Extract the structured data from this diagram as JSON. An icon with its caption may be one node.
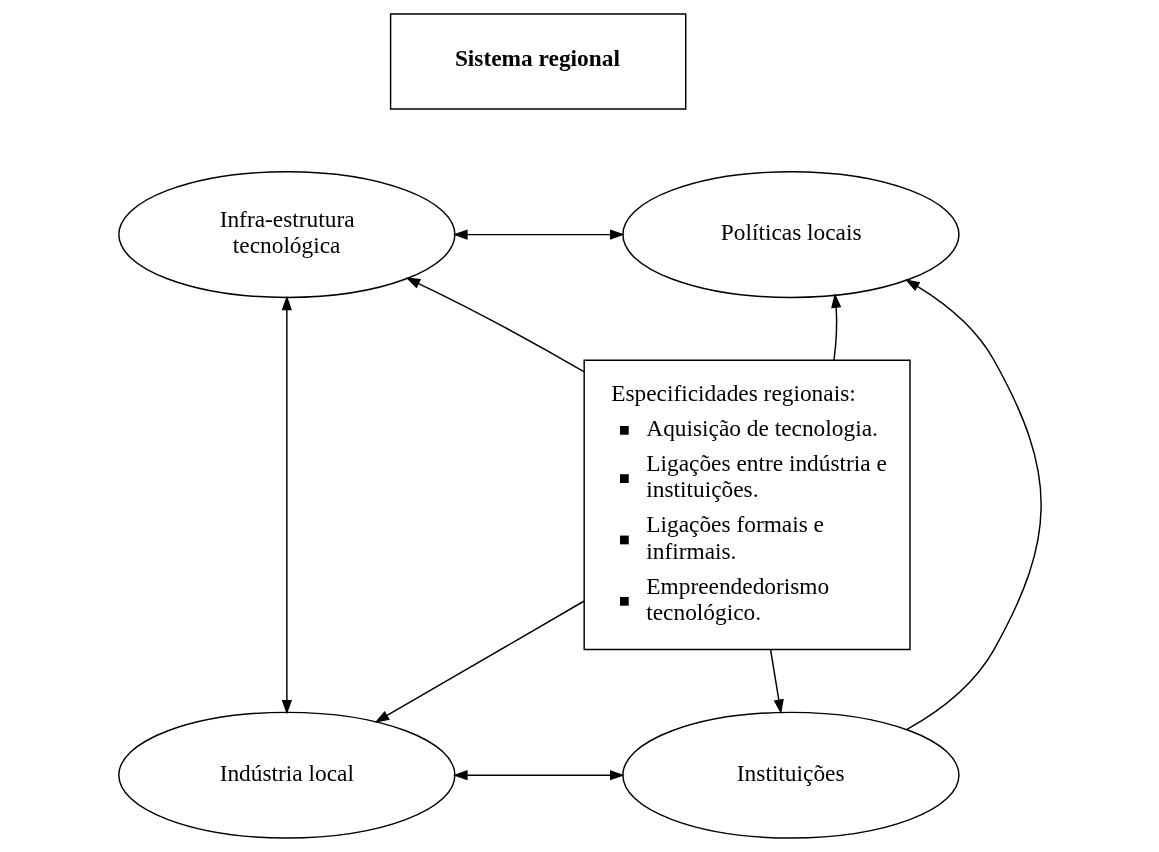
{
  "diagram": {
    "nodes": [
      {
        "text": [
          "Sistema regional"
        ]
      },
      {
        "text": [
          "Infra-estrutura tecnológica"
        ]
      },
      {
        "text": [
          "Políticas locais"
        ]
      },
      {
        "text": [
          "Especificidades regionais:",
          "Aquisição de tecnologia.",
          "Ligações entre indústria e instituições.",
          "Ligações formais e infirmais.",
          "Empreendedorismo tecnológico."
        ]
      },
      {
        "text": [
          "Indústria local"
        ]
      },
      {
        "text": [
          "Instituições"
        ]
      }
    ],
    "edges": [
      {
        "from": 1,
        "to": 2,
        "arrow": "both"
      },
      {
        "from": 3,
        "to": 1,
        "arrow": "to"
      },
      {
        "from": 3,
        "to": 2,
        "arrow": "to"
      },
      {
        "from": 1,
        "to": 4,
        "arrow": "both"
      },
      {
        "from": 3,
        "to": 4,
        "arrow": "to"
      },
      {
        "from": 3,
        "to": 5,
        "arrow": "to"
      },
      {
        "from": 5,
        "to": 2,
        "arrow": "to"
      },
      {
        "from": 4,
        "to": 5,
        "arrow": "both"
      }
    ]
  }
}
